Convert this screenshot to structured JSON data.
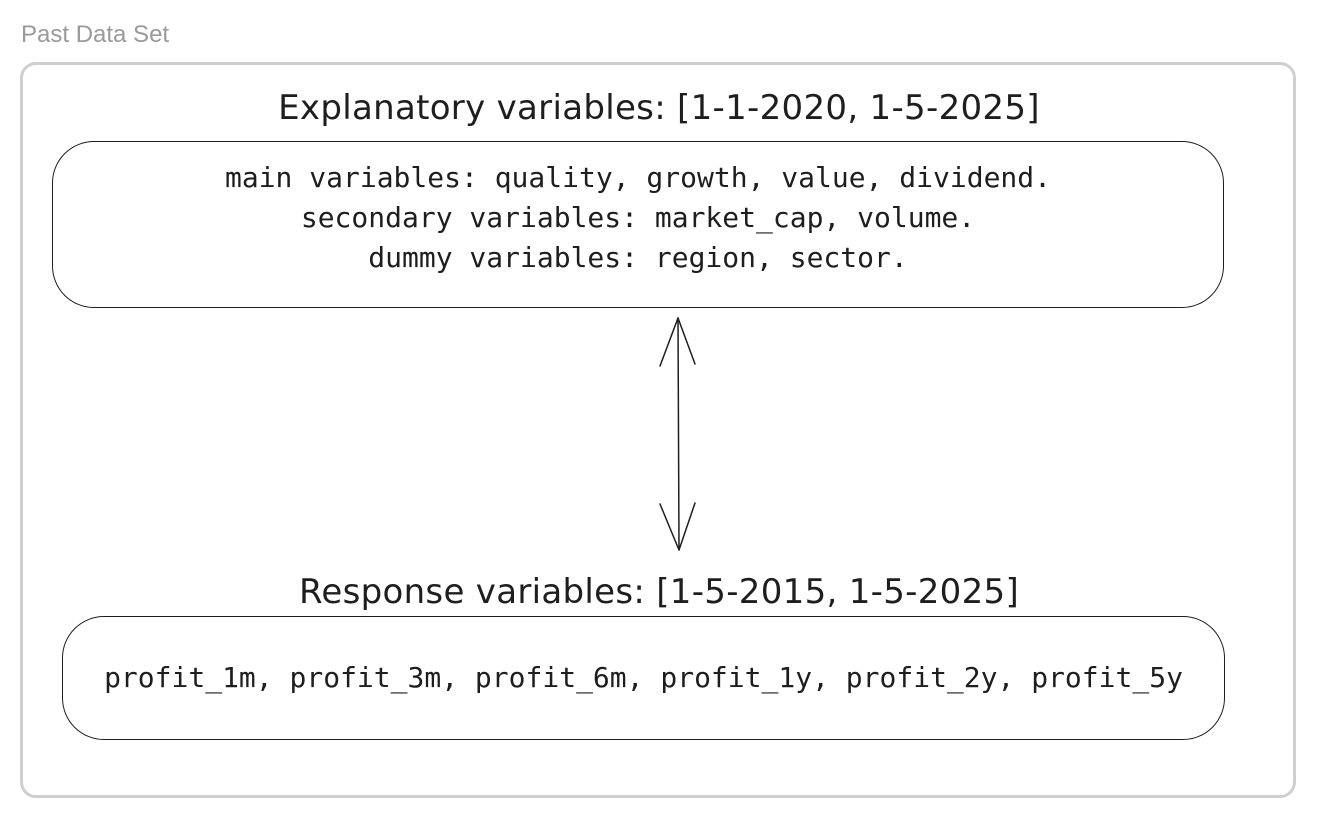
{
  "frame": {
    "label": "Past Data Set"
  },
  "explanatory": {
    "heading": "Explanatory variables: [1-1-2020, 1-5-2025]",
    "lines": [
      "main variables: quality, growth, value, dividend.",
      "secondary variables: market_cap, volume.",
      "dummy variables: region, sector."
    ]
  },
  "response": {
    "heading": "Response variables: [1-5-2015, 1-5-2025]",
    "line": "profit_1m, profit_3m, profit_6m, profit_1y, profit_2y, profit_5y"
  },
  "connector": {
    "type": "double-headed-arrow",
    "color": "#1e1e1e"
  },
  "colors": {
    "frame_border": "#cfcfcf",
    "frame_label": "#9a9a9a",
    "stroke": "#1e1e1e"
  }
}
